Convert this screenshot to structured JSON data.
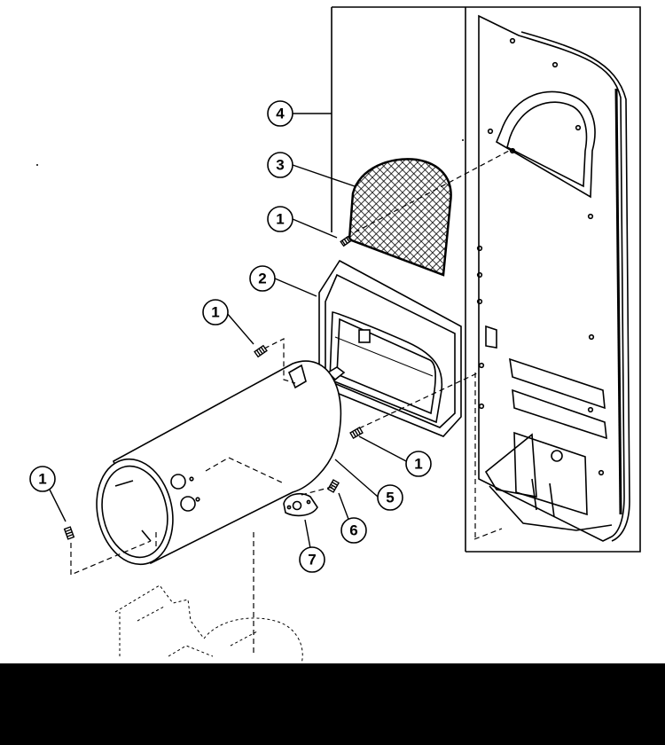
{
  "diagram": {
    "callouts": [
      {
        "id": "callout-4a",
        "label": "4"
      },
      {
        "id": "callout-3",
        "label": "3"
      },
      {
        "id": "callout-1a",
        "label": "1"
      },
      {
        "id": "callout-2",
        "label": "2"
      },
      {
        "id": "callout-1b",
        "label": "1"
      },
      {
        "id": "callout-1c",
        "label": "1"
      },
      {
        "id": "callout-5",
        "label": "5"
      },
      {
        "id": "callout-1d",
        "label": "1"
      },
      {
        "id": "callout-6",
        "label": "6"
      },
      {
        "id": "callout-7",
        "label": "7"
      }
    ]
  },
  "colors": {
    "line": "#000000",
    "background": "#ffffff",
    "band": "#000000"
  }
}
